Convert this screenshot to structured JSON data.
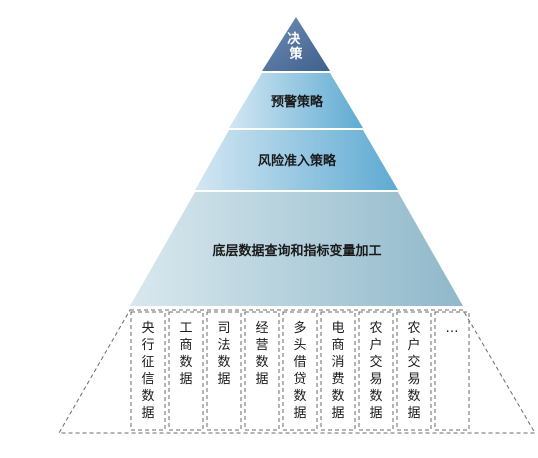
{
  "colors": {
    "top_dark": "#3f5f8c",
    "top_light": "#6f8fb8",
    "band_left": "#d3e7f3",
    "band_right": "#5eaad2",
    "base_left": "#d9e8ee",
    "base_right": "#8fb8ca",
    "dashed_border": "#6b6b6b"
  },
  "pyramid": {
    "decision": "决策",
    "warning_strategy": "预警策略",
    "risk_access_strategy": "风险准入策略",
    "base_layer": "底层数据查询和指标变量加工"
  },
  "data_sources": [
    "央行征信数据",
    "工商数据",
    "司法数据",
    "经营数据",
    "多头借贷数据",
    "电商消费数据",
    "农户交易数据",
    "农户交易数据",
    "…"
  ]
}
